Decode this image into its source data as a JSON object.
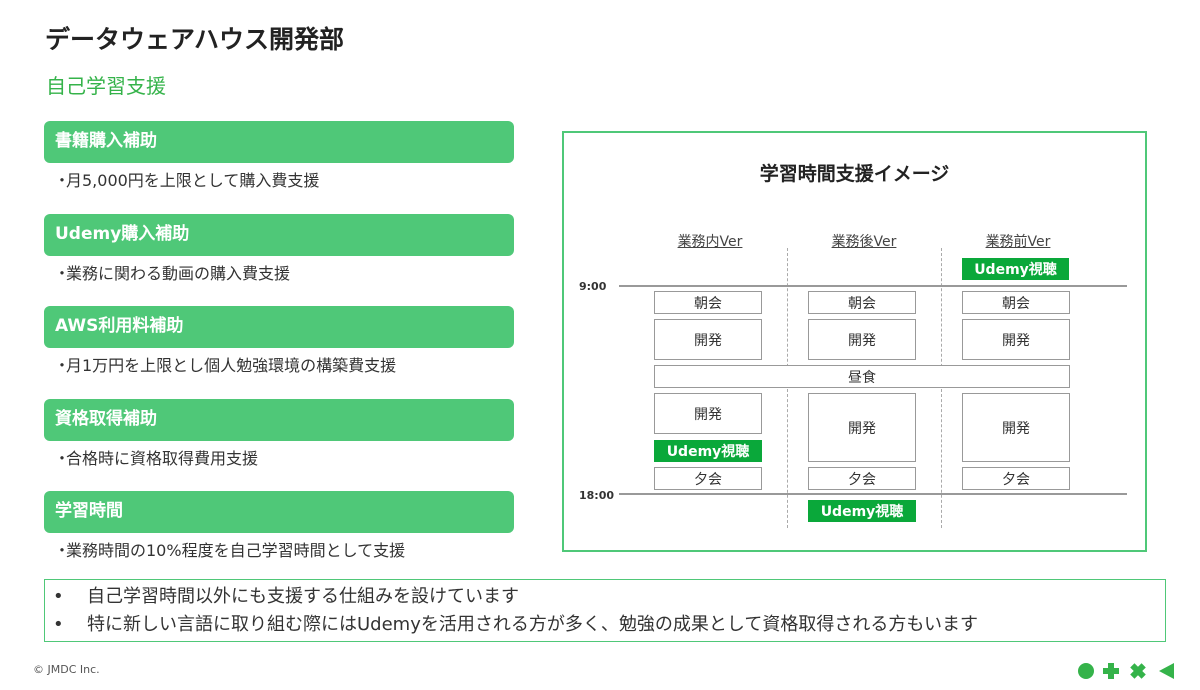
{
  "header": {
    "title": "データウェアハウス開発部",
    "subtitle": "自己学習支援"
  },
  "supports": [
    {
      "title": "書籍購入補助",
      "desc": "月5,000円を上限として購入費支援"
    },
    {
      "title": "Udemy購入補助",
      "desc": "業務に関わる動画の購入費支援"
    },
    {
      "title": "AWS利用料補助",
      "desc": "月1万円を上限とし個人勉強環境の構築費支援"
    },
    {
      "title": "資格取得補助",
      "desc": "合格時に資格取得費用支援"
    },
    {
      "title": "学習時間",
      "desc": "業務時間の10%程度を自己学習時間として支援"
    }
  ],
  "bullet_char": "・",
  "diagram": {
    "title": "学習時間支援イメージ",
    "columns": [
      "業務内Ver",
      "業務後Ver",
      "業務前Ver"
    ],
    "time_start": "9:00",
    "time_end": "18:00",
    "labels": {
      "morning": "朝会",
      "dev": "開発",
      "lunch": "昼食",
      "evening": "夕会",
      "udemy": "Udemy視聴"
    }
  },
  "notes": {
    "bullet": "•",
    "items": [
      "自己学習時間以外にも支援する仕組みを設けています",
      "特に新しい言語に取り組む際にはUdemyを活用される方が多く、勉強の成果として資格取得される方もいます"
    ]
  },
  "footer": {
    "copyright": "© JMDC Inc."
  },
  "colors": {
    "accent": "#4fc878",
    "udemy": "#0aa83a",
    "subtitle": "#35b34a"
  }
}
